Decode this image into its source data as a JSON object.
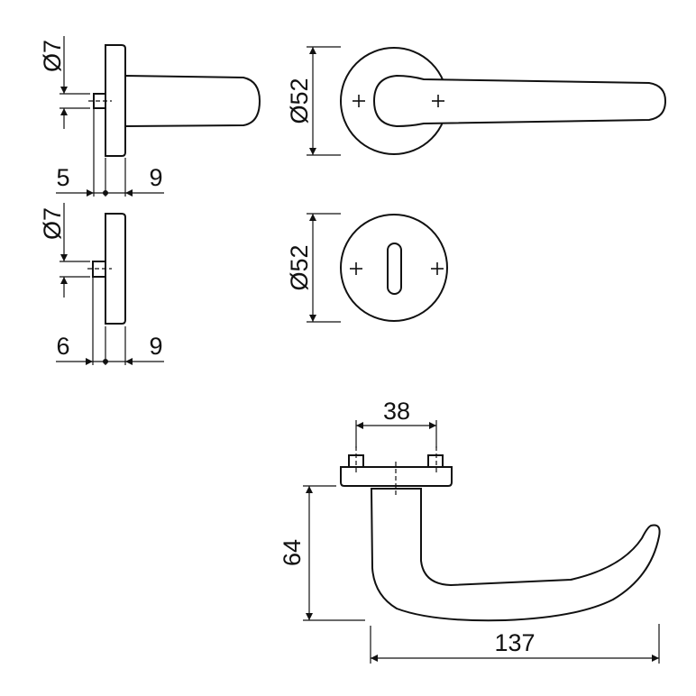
{
  "drawing": {
    "side_view_1": {
      "spindle_diameter": "Ø7",
      "left_dim": "5",
      "right_dim": "9"
    },
    "side_view_2": {
      "spindle_diameter": "Ø7",
      "left_dim": "6",
      "right_dim": "9"
    },
    "front_view_handle": {
      "rose_diameter": "Ø52"
    },
    "front_view_escutcheon": {
      "rose_diameter": "Ø52"
    },
    "top_view": {
      "fixing_distance": "38",
      "height": "64",
      "length": "137"
    },
    "colors": {
      "line": "#111111",
      "background": "#ffffff"
    }
  }
}
